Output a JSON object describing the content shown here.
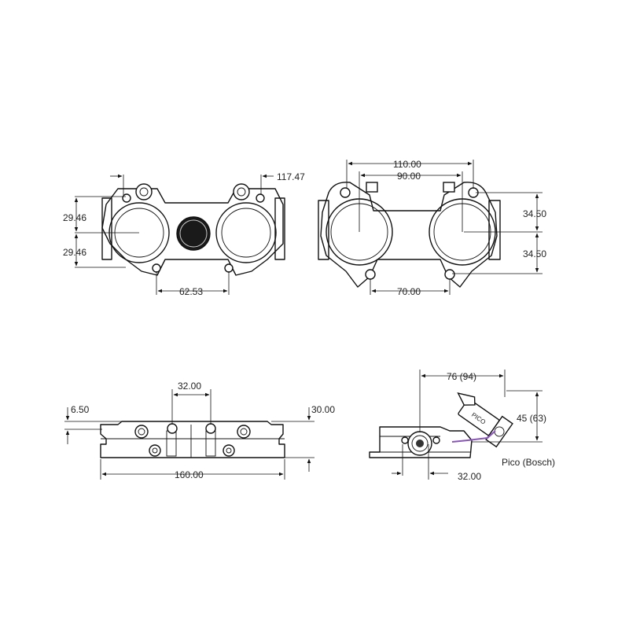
{
  "colors": {
    "line": "#111111",
    "text": "#222222",
    "accent": "#8a55b8",
    "background": "#ffffff"
  },
  "views": {
    "top_left": {
      "dims": {
        "d117": "117.47",
        "d29a": "29.46",
        "d29b": "29.46",
        "d62": "62.53"
      }
    },
    "top_right": {
      "dims": {
        "d110": "110.00",
        "d90": "90.00",
        "d34a": "34.50",
        "d34b": "34.50",
        "d70": "70.00"
      }
    },
    "front": {
      "dims": {
        "d32": "32.00",
        "d650": "6.50",
        "d30": "30.00",
        "d160": "160.00"
      }
    },
    "side": {
      "dims": {
        "d76": "76 (94)",
        "d45": "45 (63)",
        "d32": "32.00"
      },
      "label": "Pico (Bosch)",
      "injector_text": "PICO"
    }
  }
}
